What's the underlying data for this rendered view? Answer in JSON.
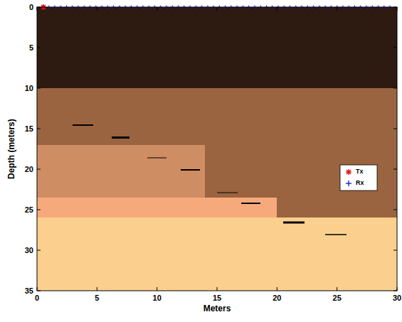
{
  "diagram": {
    "labels": [
      "0",
      "5",
      "10",
      "15",
      "20",
      "25",
      "30",
      "35",
      "0",
      "5",
      "10",
      "15",
      "20",
      "25",
      "30",
      "Depth (meters)",
      "Meters"
    ],
    "legend": [
      {
        "text": "Tx"
      },
      {
        "text": "Rx"
      }
    ]
  }
}
